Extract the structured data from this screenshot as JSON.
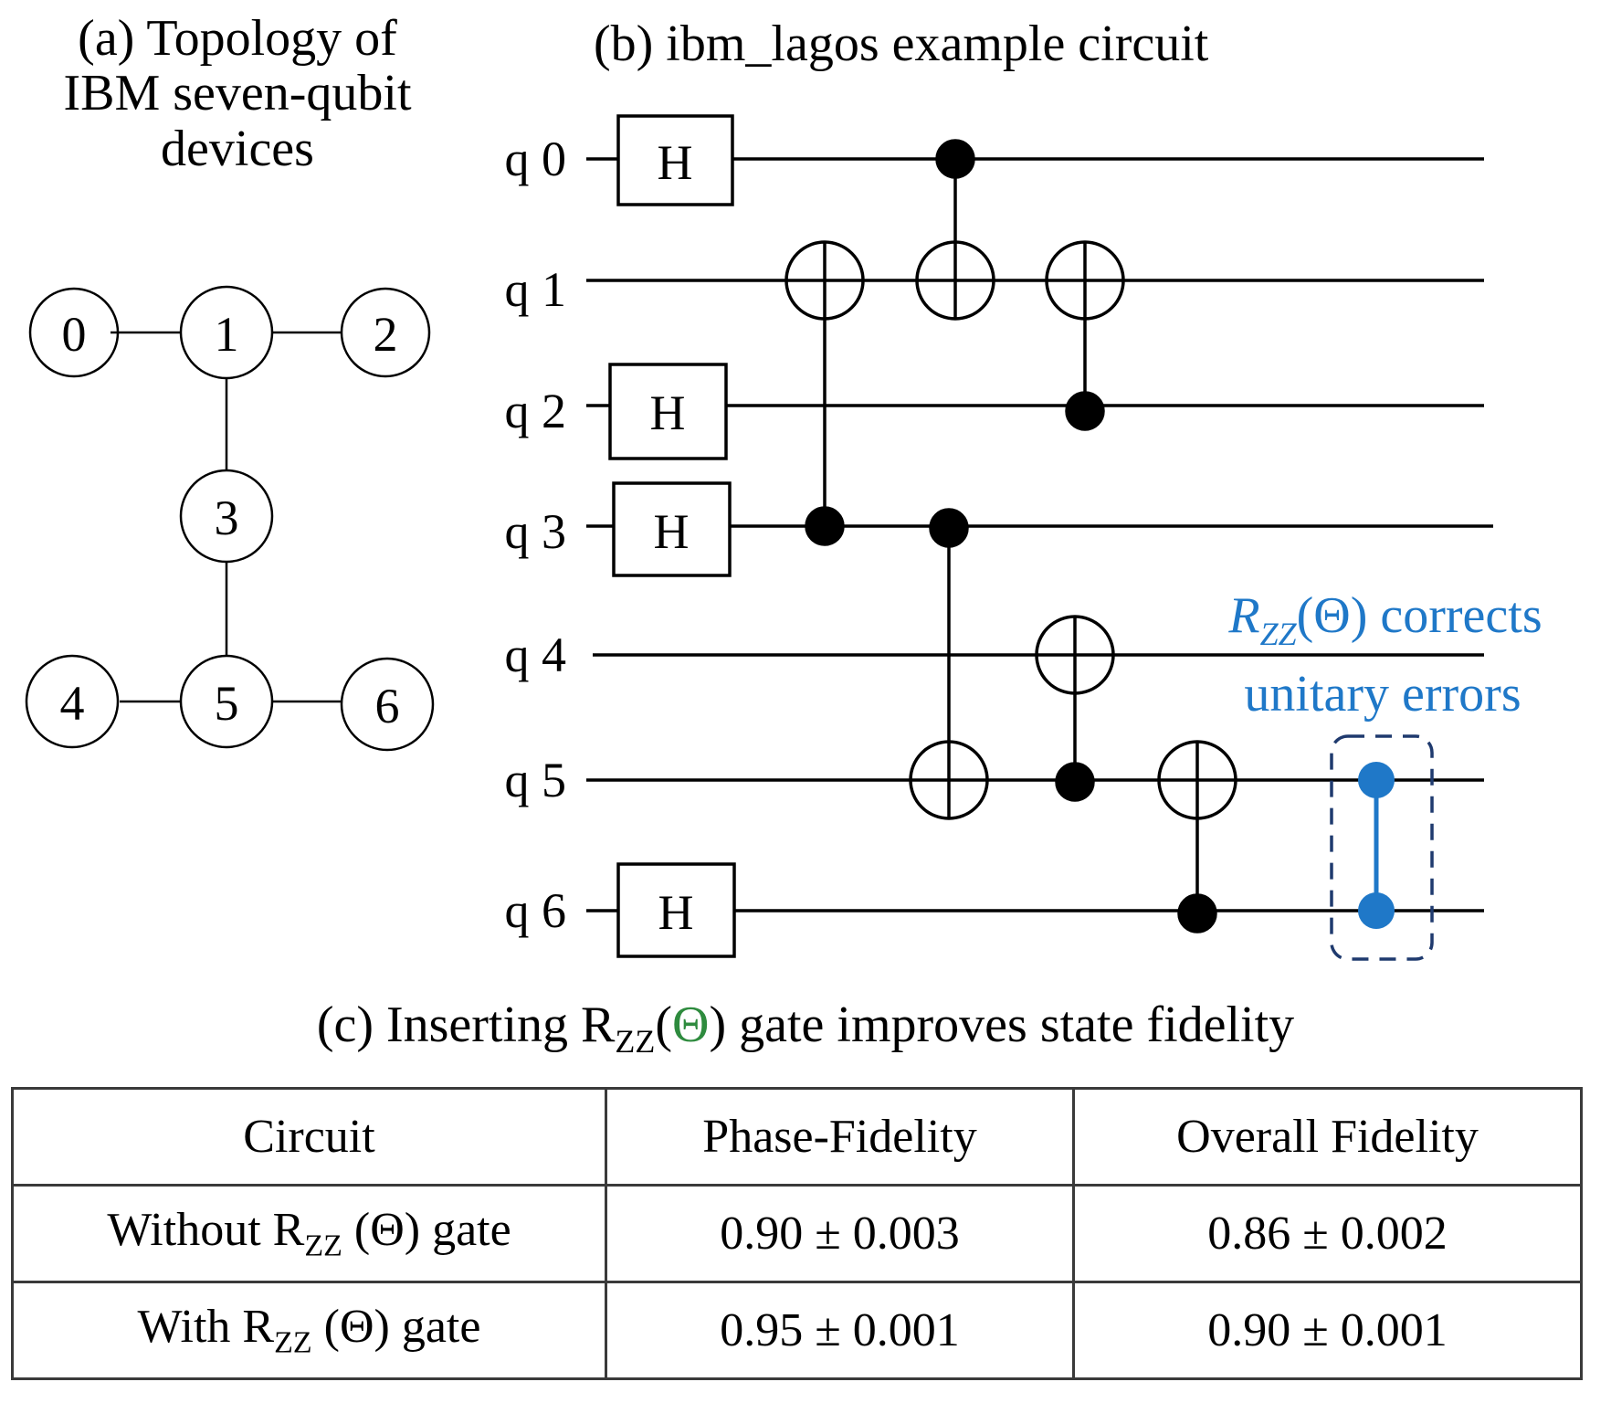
{
  "panel_a": {
    "caption": "(a) Topology of IBM seven-qubit devices",
    "nodes": [
      "0",
      "1",
      "2",
      "3",
      "4",
      "5",
      "6"
    ]
  },
  "panel_b": {
    "caption": "(b) ibm_lagos example circuit",
    "qubits": [
      "q 0",
      "q 1",
      "q 2",
      "q 3",
      "q 4",
      "q 5",
      "q 6"
    ],
    "h_gate_label": "H",
    "annotation_line1_symbol": "R",
    "annotation_line1_sub": "ZZ",
    "annotation_line1_rest": "(Θ) corrects",
    "annotation_line2": "unitary errors",
    "accent_color": "#1f78c8",
    "box_color": "#1f3a6e"
  },
  "panel_c": {
    "caption_pre": "(c) Inserting R",
    "caption_sub": "ZZ",
    "caption_paren_open": "(",
    "caption_theta": "Θ",
    "caption_post": ") gate improves state fidelity",
    "theta_color": "#2e8b3e",
    "headers": [
      "Circuit",
      "Phase-Fidelity",
      "Overall Fidelity"
    ],
    "rows": [
      {
        "circuit_pre": "Without R",
        "circuit_sub": "ZZ",
        "circuit_post": " (Θ) gate",
        "phase": "0.90 ± 0.003",
        "overall": "0.86 ± 0.002"
      },
      {
        "circuit_pre": "With R",
        "circuit_sub": "ZZ",
        "circuit_post": " (Θ) gate",
        "phase": "0.95 ± 0.001",
        "overall": "0.90 ± 0.001"
      }
    ]
  }
}
